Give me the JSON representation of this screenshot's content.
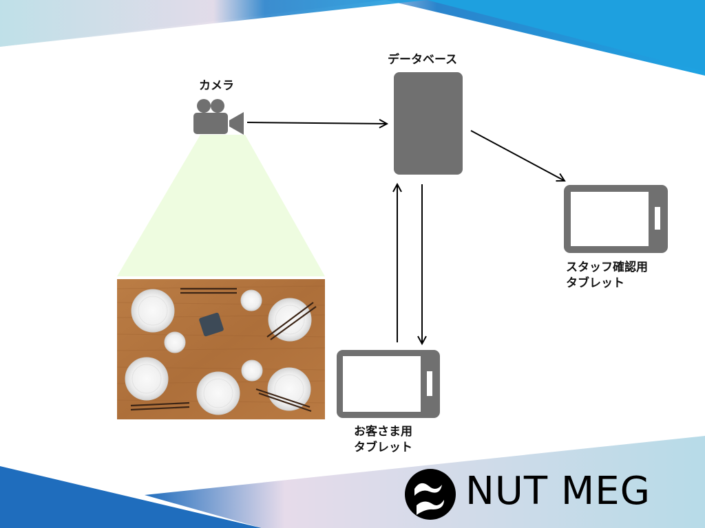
{
  "nodes": {
    "camera": {
      "label": "カメラ"
    },
    "database": {
      "label": "データベース"
    },
    "staff_tablet": {
      "label_line1": "スタッフ確認用",
      "label_line2": "タブレット"
    },
    "customer_tablet": {
      "label_line1": "お客さま用",
      "label_line2": "タブレット"
    }
  },
  "brand": {
    "name": "NUT MEG"
  },
  "colors": {
    "device_gray": "#707070",
    "camera_view": "#eefce0",
    "table_wood": "#b4743e",
    "top_band_left": "#bfe0e8",
    "top_band_right": "#1d9be0",
    "bottom_band_left": "#1e6fbf",
    "bottom_band_right": "#bcdde8"
  }
}
